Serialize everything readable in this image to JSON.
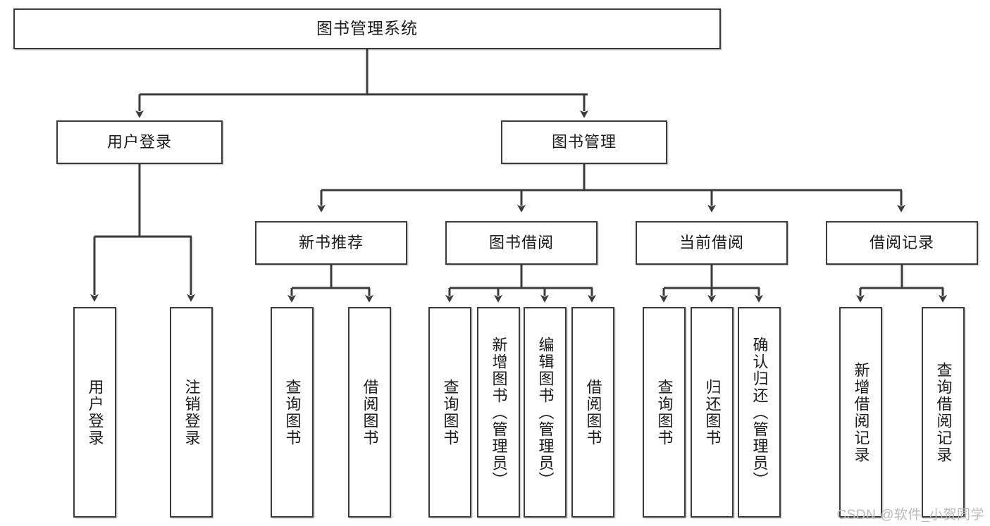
{
  "diagram": {
    "title": "图书管理系统",
    "type": "hierarchy-tree",
    "root": {
      "label": "图书管理系统"
    },
    "level1": [
      {
        "label": "用户登录"
      },
      {
        "label": "图书管理"
      }
    ],
    "level2": [
      {
        "label": "新书推荐"
      },
      {
        "label": "图书借阅"
      },
      {
        "label": "当前借阅"
      },
      {
        "label": "借阅记录"
      }
    ],
    "leaves": {
      "user_login": [
        {
          "label": "用户登录"
        },
        {
          "label": "注销登录"
        }
      ],
      "new_book_recommend": [
        {
          "label": "查询图书"
        },
        {
          "label": "借阅图书"
        }
      ],
      "book_borrow": [
        {
          "label": "查询图书"
        },
        {
          "label": "新增图书（管理员）"
        },
        {
          "label": "编辑图书（管理员）"
        },
        {
          "label": "借阅图书"
        }
      ],
      "current_borrow": [
        {
          "label": "查询图书"
        },
        {
          "label": "归还图书"
        },
        {
          "label": "确认归还（管理员）"
        }
      ],
      "borrow_record": [
        {
          "label": "新增借阅记录"
        },
        {
          "label": "查询借阅记录"
        }
      ]
    }
  },
  "watermark": {
    "text": "CSDN @软件_小贺同学"
  },
  "colors": {
    "stroke": "#3b3b3b",
    "text": "#1b1b1b",
    "background": "#ffffff",
    "watermark": "#b9b9b9"
  }
}
